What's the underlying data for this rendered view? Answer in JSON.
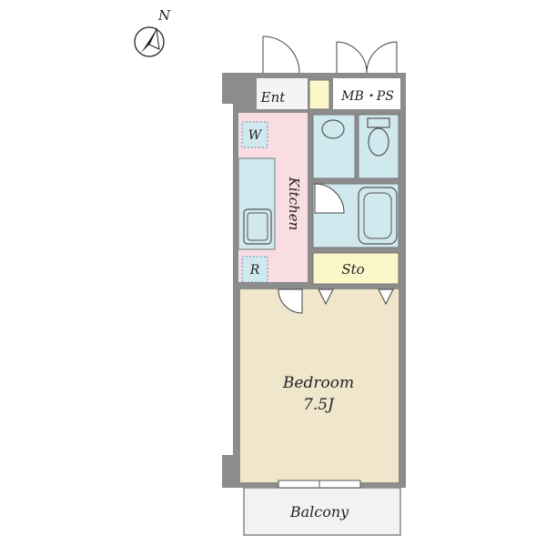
{
  "compass": {
    "label": "N",
    "icon": "north-arrow-icon"
  },
  "rooms": {
    "entrance": "Ent",
    "meter_box": "MB・PS",
    "kitchen": "Kitchen",
    "washer": "W",
    "refrigerator": "R",
    "storage": "Sto",
    "bedroom": "Bedroom",
    "bedroom_size": "7.5J",
    "balcony": "Balcony"
  },
  "colors": {
    "wall": "#8c8c8c",
    "kitchen": "#f9dde2",
    "bath": "#cfe9ef",
    "storage": "#fbf7c9",
    "bedroom": "#efe6cc",
    "balcony": "#f2f2f2",
    "entrance": "#f4f4f4"
  }
}
